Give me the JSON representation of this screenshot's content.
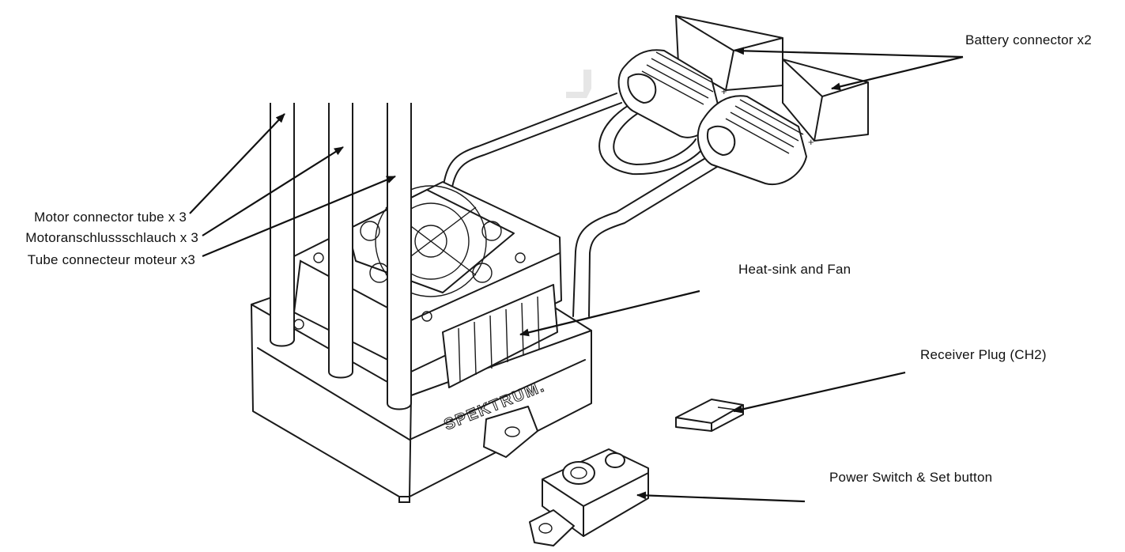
{
  "diagram": {
    "callouts": {
      "battery_connector": "Battery connector x2",
      "motor_tube_en": "Motor connector tube x 3",
      "motor_tube_de": "Motoranschlussschlauch x 3",
      "motor_tube_fr": "Tube connecteur moteur x3",
      "heatsink_fan": "Heat-sink and Fan",
      "receiver_plug": "Receiver Plug (CH2)",
      "power_switch": "Power Switch & Set button"
    },
    "brand_text": "SPEKTRUM."
  }
}
